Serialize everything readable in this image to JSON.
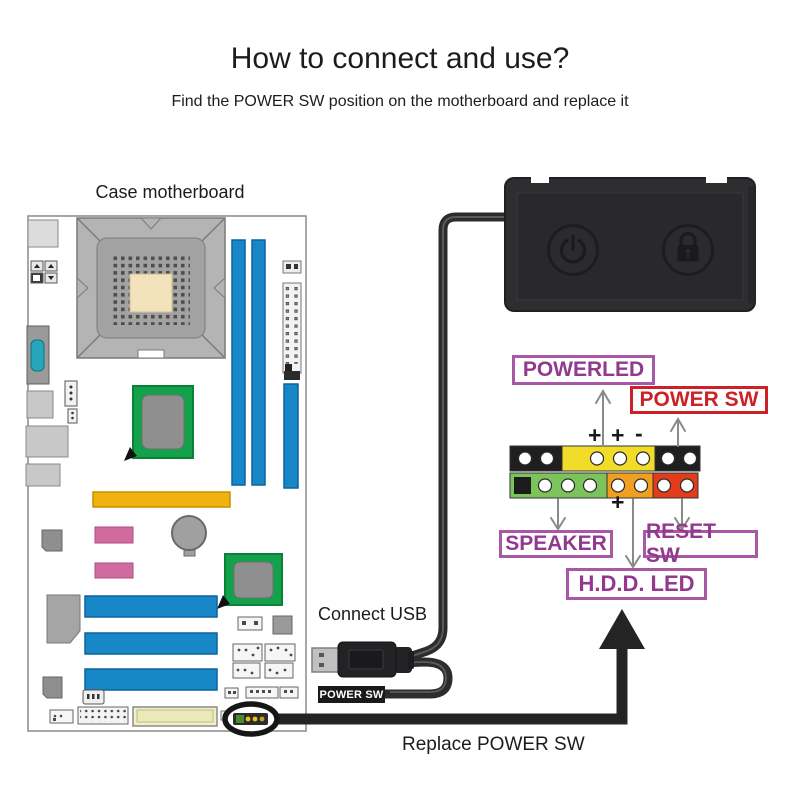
{
  "title": "How to connect and use?",
  "subtitle": "Find the POWER SW position on the motherboard and replace it",
  "board": {
    "label": "Case motherboard"
  },
  "connector_labels": {
    "powerled": "POWERLED",
    "power_sw": "POWER SW",
    "speaker": "SPEAKER",
    "reset_sw": "RESET SW",
    "hdd_led": "H.D.D. LED"
  },
  "polarity": {
    "top_plus_1": "+",
    "top_plus_2": "+",
    "top_minus": "-",
    "bottom_plus": "+"
  },
  "cable": {
    "connect_usb_label": "Connect USB",
    "power_sw_tag": "POWER SW",
    "replace_label": "Replace POWER SW"
  },
  "device": {
    "buttons": [
      {
        "icon": "power-icon"
      },
      {
        "icon": "lock-icon"
      }
    ]
  },
  "colors": {
    "label_purple": "#93388f",
    "label_red": "#cc2127",
    "header_yellow": "#f2dc2a",
    "header_green": "#7cc35c",
    "header_orange": "#f0a01e",
    "header_red": "#e23c1a",
    "header_black": "#1f1f1f",
    "slot_blue": "#1787c8",
    "chip_green": "#14a14b",
    "agp_yellow": "#efb20e",
    "pink": "#d06ba0",
    "device_body": "#2e2e31",
    "cable_black": "#2c2c2e",
    "arrow_gray": "#8a8a8a"
  }
}
